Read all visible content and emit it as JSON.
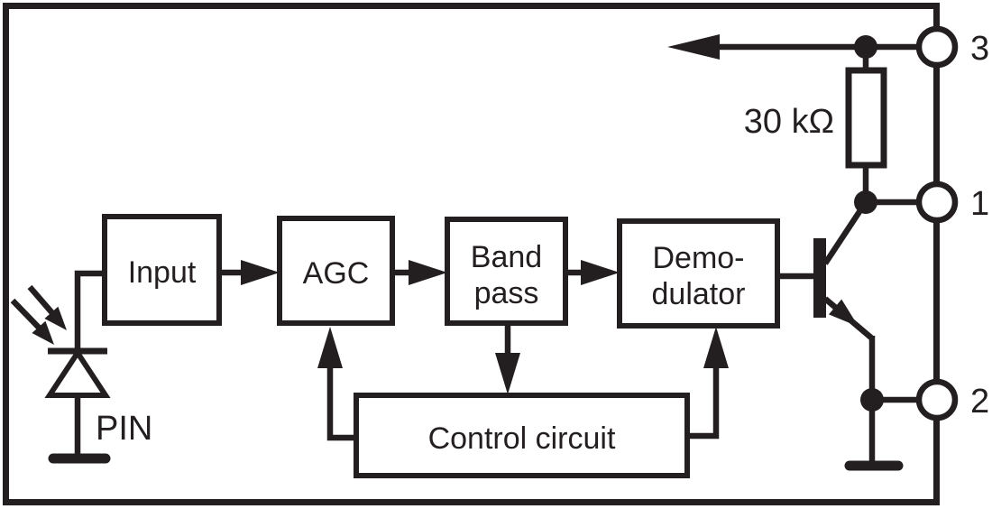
{
  "colors": {
    "ink": "#231f20",
    "paper": "#ffffff"
  },
  "blocks": {
    "input": {
      "label": "Input"
    },
    "agc": {
      "label": "AGC"
    },
    "bandpass": {
      "line1": "Band",
      "line2": "pass"
    },
    "demodulator": {
      "line1": "Demo-",
      "line2": "dulator"
    },
    "control": {
      "label": "Control circuit"
    }
  },
  "components": {
    "photodiode_label": "PIN",
    "resistor_label": "30 kΩ"
  },
  "pins": {
    "pin3": "3",
    "pin1": "1",
    "pin2": "2"
  }
}
